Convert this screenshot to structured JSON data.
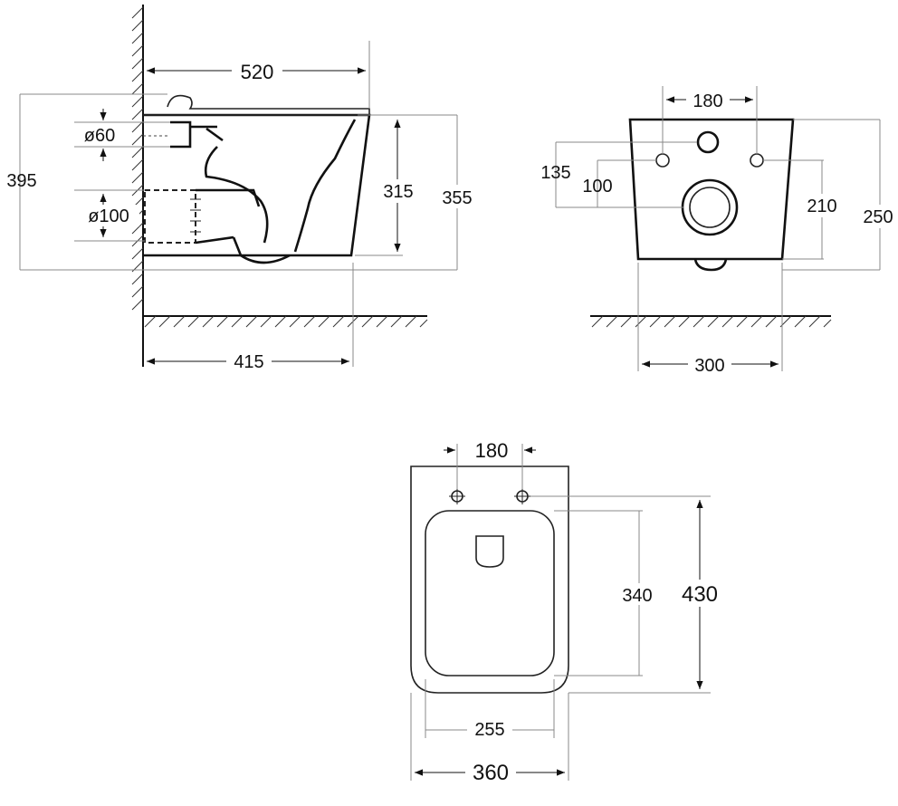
{
  "side_view": {
    "total_length": "520",
    "total_height": "395",
    "bowl_height": "315",
    "overall_height": "355",
    "inlet_diameter": "ø60",
    "outlet_diameter": "ø100",
    "projection": "415"
  },
  "front_view": {
    "bolt_spacing": "180",
    "bolt_height": "135",
    "outlet_height": "100",
    "bowl_height": "210",
    "overall_height": "250",
    "width": "300"
  },
  "top_view": {
    "bolt_spacing": "180",
    "bowl_length": "340",
    "overall_length": "430",
    "bowl_width": "255",
    "overall_width": "360"
  }
}
